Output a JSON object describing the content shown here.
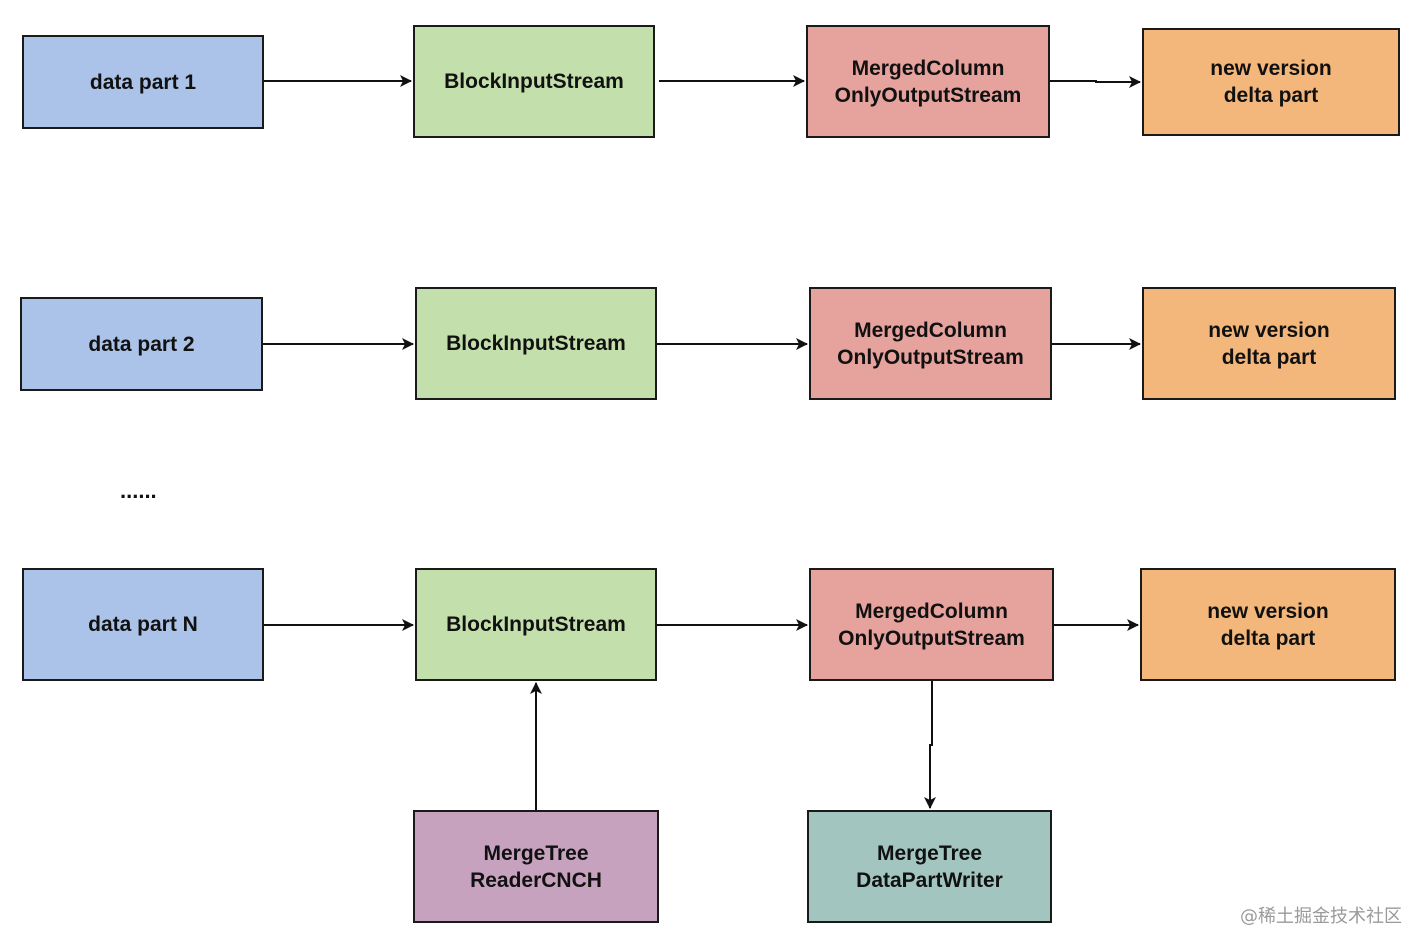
{
  "rows": [
    {
      "data_part": "data part 1",
      "input_stream": "BlockInputStream",
      "output_stream": [
        "MergedColumn",
        "OnlyOutputStream"
      ],
      "result": [
        "new version",
        "delta part"
      ]
    },
    {
      "data_part": "data part 2",
      "input_stream": "BlockInputStream",
      "output_stream": [
        "MergedColumn",
        "OnlyOutputStream"
      ],
      "result": [
        "new version",
        "delta part"
      ]
    },
    {
      "data_part": "data part N",
      "input_stream": "BlockInputStream",
      "output_stream": [
        "MergedColumn",
        "OnlyOutputStream"
      ],
      "result": [
        "new version",
        "delta part"
      ]
    }
  ],
  "ellipsis": "......",
  "reader": [
    "MergeTree",
    "ReaderCNCH"
  ],
  "writer": [
    "MergeTree",
    "DataPartWriter"
  ],
  "watermark": "@稀土掘金技术社区",
  "colors": {
    "data_part": "#abc3e8",
    "input_stream": "#c3dfab",
    "output_stream": "#e6a29c",
    "result": "#f3b77b",
    "reader": "#c7a2bf",
    "writer": "#a2c6bf"
  }
}
